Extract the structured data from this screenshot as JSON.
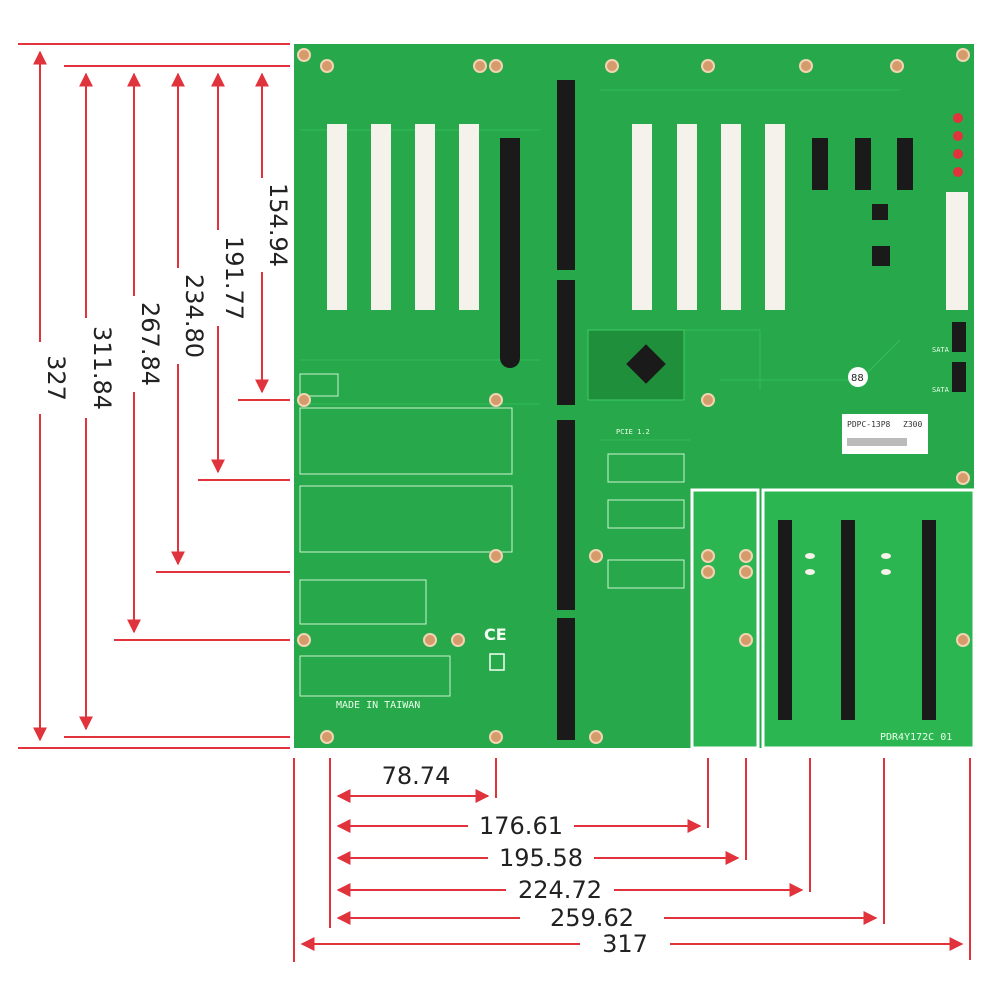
{
  "colors": {
    "pcb": "#27a84a",
    "pcb_dark": "#1f8f3c",
    "dimension": "#e0333c",
    "slot_white": "#f4f2ea",
    "slot_black": "#1a1a1a",
    "mount_hole": "#d59b6a"
  },
  "board": {
    "ce_mark": "CE",
    "made_in": "MADE IN TAIWAN",
    "model_label": "PDR4Y172C 01",
    "part_label": "PDPC-13P8",
    "part_code": "Z300",
    "pcie_label": "PCIE 1.2",
    "sata1_label": "SATA",
    "sata2_label": "SATA",
    "batch_number": "88"
  },
  "vertical_dims": [
    {
      "value": "327"
    },
    {
      "value": "311.84"
    },
    {
      "value": "267.84"
    },
    {
      "value": "234.80"
    },
    {
      "value": "191.77"
    },
    {
      "value": "154.94"
    }
  ],
  "horizontal_dims": [
    {
      "value": "78.74"
    },
    {
      "value": "176.61"
    },
    {
      "value": "195.58"
    },
    {
      "value": "224.72"
    },
    {
      "value": "259.62"
    },
    {
      "value": "317"
    }
  ]
}
